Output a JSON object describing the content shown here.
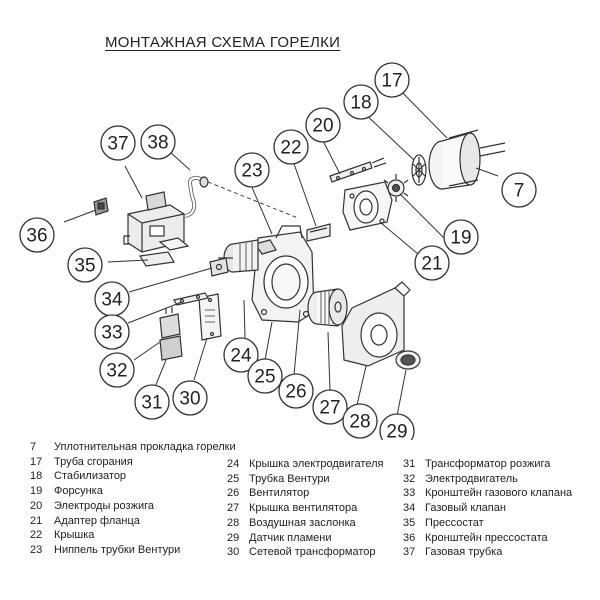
{
  "title": "МОНТАЖНАЯ СХЕМА ГОРЕЛКИ",
  "callouts": {
    "c7": "7",
    "c17": "17",
    "c18": "18",
    "c19": "19",
    "c20": "20",
    "c21": "21",
    "c22": "22",
    "c23": "23",
    "c24": "24",
    "c25": "25",
    "c26": "26",
    "c27": "27",
    "c28": "28",
    "c29": "29",
    "c30": "30",
    "c31": "31",
    "c32": "32",
    "c33": "33",
    "c34": "34",
    "c35": "35",
    "c36": "36",
    "c37": "37",
    "c38": "38"
  },
  "legend_col1": [
    {
      "num": "7",
      "label": "Уплотнительная прокладка горелки"
    },
    {
      "num": "17",
      "label": "Труба сгорания"
    },
    {
      "num": "18",
      "label": "Стабилизатор"
    },
    {
      "num": "19",
      "label": "Форсунка"
    },
    {
      "num": "20",
      "label": "Электроды розжига"
    },
    {
      "num": "21",
      "label": "Адаптер фланца"
    },
    {
      "num": "22",
      "label": "Крышка"
    },
    {
      "num": "23",
      "label": "Ниппель трубки Вентури"
    }
  ],
  "legend_col2": [
    {
      "num": "24",
      "label": "Крышка электродвигателя"
    },
    {
      "num": "25",
      "label": "Трубка Вентури"
    },
    {
      "num": "26",
      "label": "Вентилятор"
    },
    {
      "num": "27",
      "label": "Крышка вентилятора"
    },
    {
      "num": "28",
      "label": "Воздушная заслонка"
    },
    {
      "num": "29",
      "label": "Датчик пламени"
    },
    {
      "num": "30",
      "label": "Сетевой трансформатор"
    }
  ],
  "legend_col3": [
    {
      "num": "31",
      "label": "Трансформатор розжига"
    },
    {
      "num": "32",
      "label": "Электродвигатель"
    },
    {
      "num": "33",
      "label": "Кронштейн газового клапана"
    },
    {
      "num": "34",
      "label": "Газовый клапан"
    },
    {
      "num": "35",
      "label": "Прессостат"
    },
    {
      "num": "36",
      "label": "Кронштейн прессостата"
    },
    {
      "num": "37",
      "label": "Газовая трубка"
    }
  ]
}
